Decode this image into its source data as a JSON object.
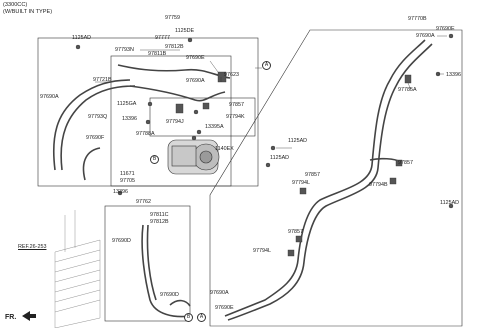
{
  "header": {
    "line1": "(3300CC)",
    "line2": "(W/BUILT IN TYPE)"
  },
  "labels": [
    "97759",
    "1125DE",
    "97777",
    "97812B",
    "97811B",
    "97690E",
    "97793N",
    "1125AD",
    "97721B",
    "97623",
    "97690A",
    "97690A",
    "1125GA",
    "97857",
    "97794K",
    "13396",
    "97788A",
    "97794J",
    "13395A",
    "97793Q",
    "97690F",
    "1140EX",
    "11671",
    "97705",
    "13396",
    "97762",
    "97811C",
    "97812B",
    "97690D",
    "97690D",
    "97770B",
    "97690E",
    "97690A",
    "13396",
    "97785A",
    "1125AD",
    "97857",
    "1125AD",
    "97857",
    "97794L",
    "97794B",
    "1125AD",
    "97857",
    "97794L",
    "97690A",
    "97690E"
  ],
  "callouts": {
    "a": "A",
    "b": "B"
  },
  "ref": {
    "text": "REF.26-253"
  },
  "fr": {
    "text": "FR."
  }
}
